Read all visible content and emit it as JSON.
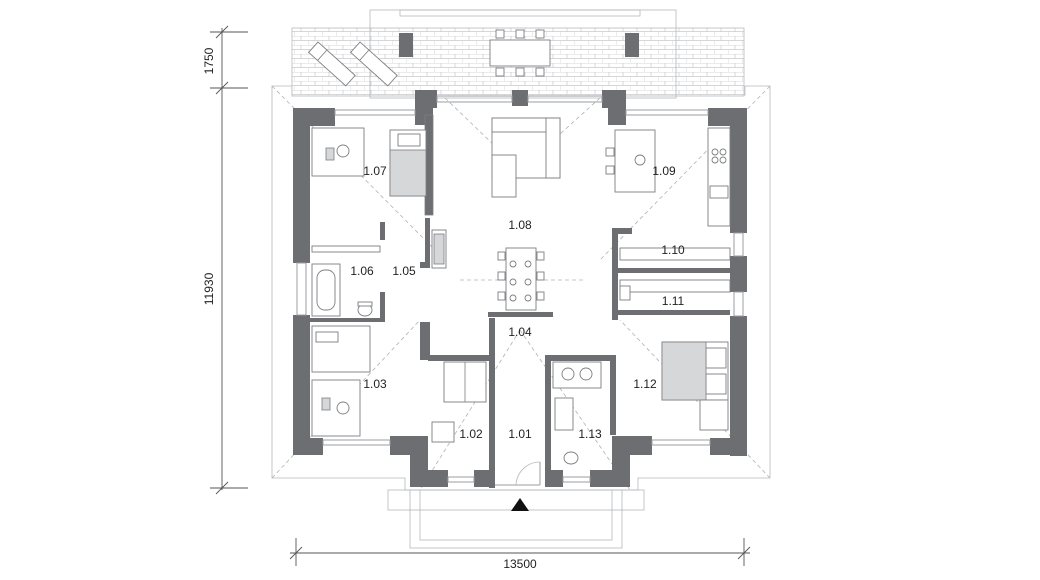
{
  "rooms": [
    {
      "id": "r107",
      "label": "1.07"
    },
    {
      "id": "r108",
      "label": "1.08"
    },
    {
      "id": "r109",
      "label": "1.09"
    },
    {
      "id": "r110",
      "label": "1.10"
    },
    {
      "id": "r111",
      "label": "1.11"
    },
    {
      "id": "r106",
      "label": "1.06"
    },
    {
      "id": "r105",
      "label": "1.05"
    },
    {
      "id": "r104",
      "label": "1.04"
    },
    {
      "id": "r103",
      "label": "1.03"
    },
    {
      "id": "r112",
      "label": "1.12"
    },
    {
      "id": "r102",
      "label": "1.02"
    },
    {
      "id": "r101",
      "label": "1.01"
    },
    {
      "id": "r113",
      "label": "1.13"
    }
  ],
  "dimensions": {
    "terrace_depth": "1750",
    "house_depth": "11930",
    "house_width": "13500"
  },
  "colors": {
    "wall": "#6d6e71",
    "line": "#9a9c9f",
    "text": "#222222"
  },
  "entrance_marker": "entrance-arrow-icon"
}
